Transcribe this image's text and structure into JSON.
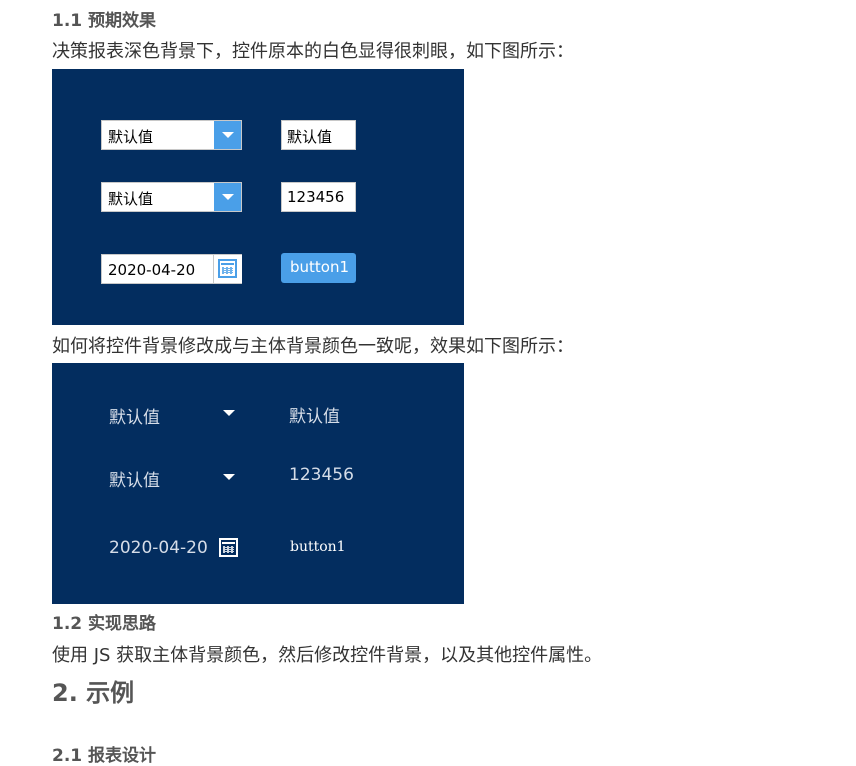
{
  "sections": {
    "s1_1": "1.1 预期效果",
    "p1": "决策报表深色背景下，控件原本的白色显得很刺眼，如下图所示：",
    "p2": "如何将控件背景修改成与主体背景颜色一致呢，效果如下图所示：",
    "s1_2": "1.2 实现思路",
    "p3": "使用 JS 获取主体背景颜色，然后修改控件背景，以及其他控件属性。",
    "s2": "2. 示例",
    "s2_1": "2.1 报表设计"
  },
  "panel1": {
    "combo1": "默认值",
    "text1": "默认值",
    "combo2": "默认值",
    "text2": "123456",
    "date": "2020-04-20",
    "button": "button1"
  },
  "panel2": {
    "combo1": "默认值",
    "text1": "默认值",
    "combo2": "默认值",
    "text2": "123456",
    "date": "2020-04-20",
    "button": "button1"
  },
  "colors": {
    "panel_bg": "#032d5f",
    "accent_blue": "#4a9fe8"
  },
  "icons": [
    "chevron-down-icon",
    "calendar-icon"
  ]
}
